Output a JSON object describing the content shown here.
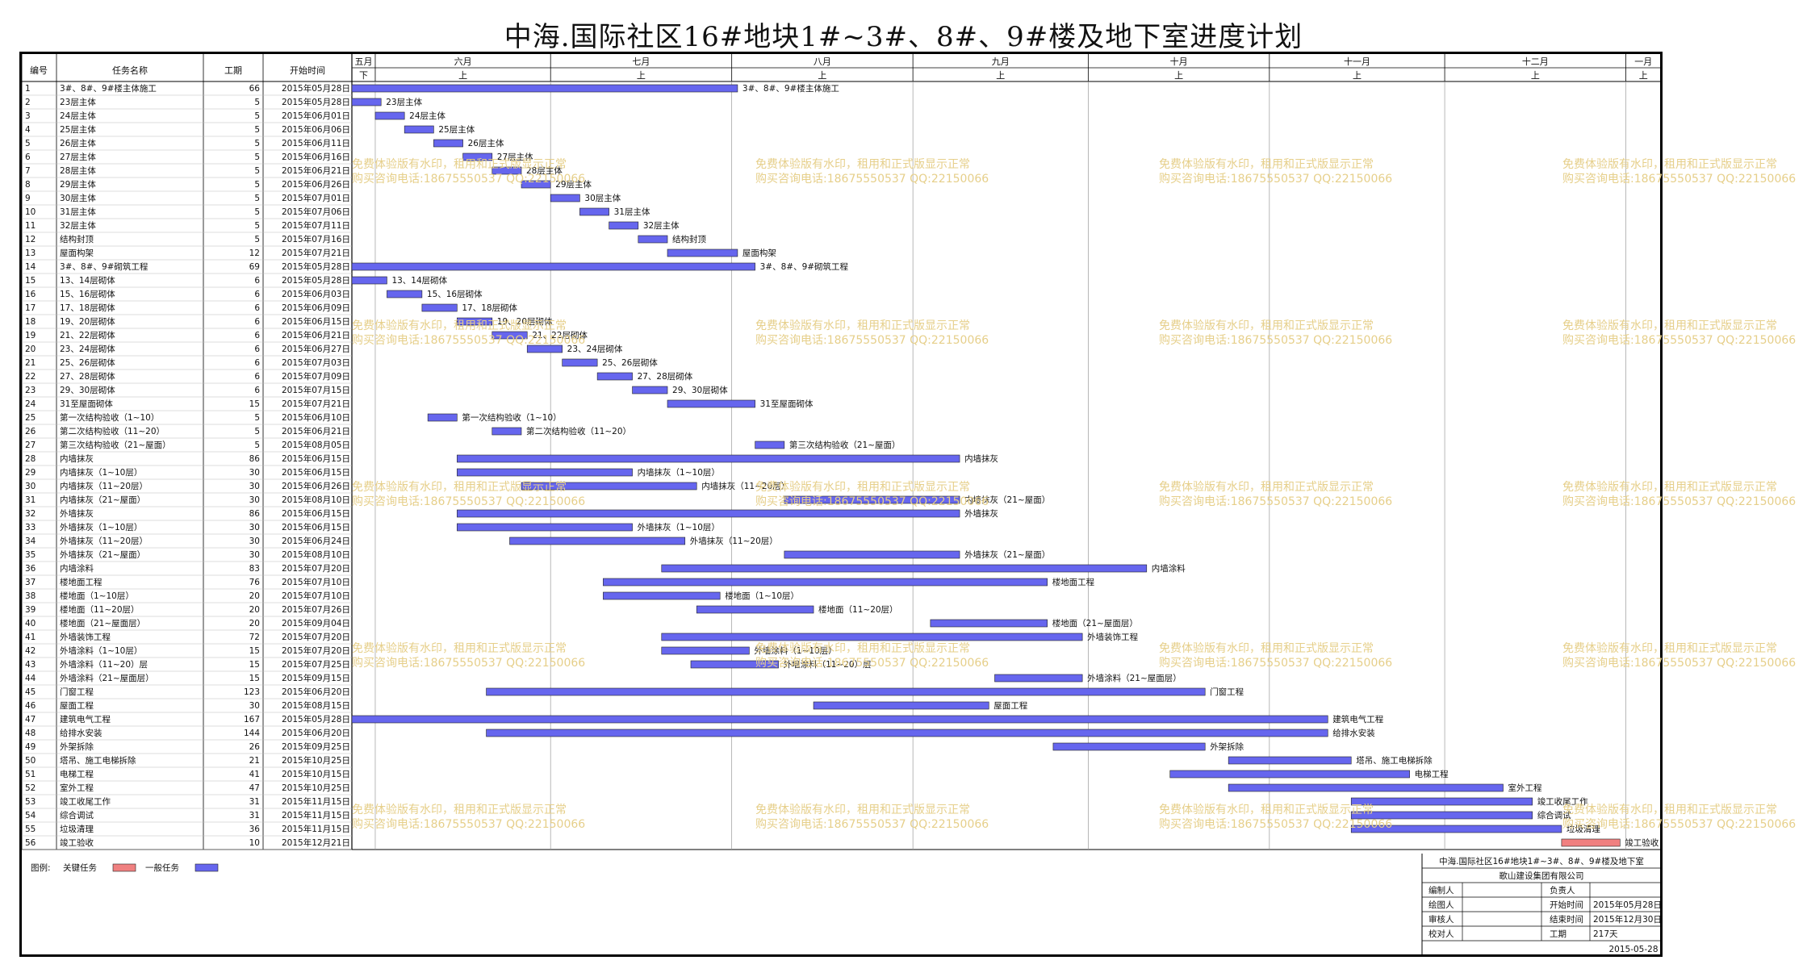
{
  "title": "中海.国际社区16#地块1#~3#、8#、9#楼及地下室进度计划",
  "columns": {
    "id": "编号",
    "name": "任务名称",
    "dur": "工期",
    "start": "开始时间"
  },
  "months": [
    "五月",
    "六月",
    "七月",
    "八月",
    "九月",
    "十月",
    "十一月",
    "十二月",
    "一月"
  ],
  "periods": [
    "下",
    "上",
    "上",
    "上",
    "上",
    "上",
    "上",
    "上",
    "上"
  ],
  "watermark": [
    "免费体验版有水印，租用和正式版显示正常",
    "购买咨询电话:18675550537 QQ:22150066"
  ],
  "legend": {
    "label": "图例:",
    "critical": "关键任务",
    "normal": "一般任务",
    "critical_color": "#f08080",
    "normal_color": "#6666ee"
  },
  "info": {
    "title": "中海.国际社区16#地块1#~3#、8#、9#楼及地下室",
    "company": "歌山建设集团有限公司",
    "rows": [
      [
        "编制人",
        "",
        "负责人",
        ""
      ],
      [
        "绘图人",
        "",
        "开始时间",
        "2015年05月28日"
      ],
      [
        "审核人",
        "",
        "结束时间",
        "2015年12月30日"
      ],
      [
        "校对人",
        "",
        "工期",
        "217天"
      ]
    ],
    "date": "2015-05-28"
  },
  "chart_data": {
    "type": "gantt",
    "timeline_start": "2015-05-28",
    "timeline_end": "2016-01-07",
    "tasks": [
      {
        "id": "1",
        "name": "3#、8#、9#楼主体施工",
        "dur": "66",
        "start": "2015年05月28日",
        "label": "3#、8#、9#楼主体施工"
      },
      {
        "id": "2",
        "name": "23层主体",
        "dur": "5",
        "start": "2015年05月28日",
        "label": "23层主体"
      },
      {
        "id": "3",
        "name": "24层主体",
        "dur": "5",
        "start": "2015年06月01日",
        "label": "24层主体"
      },
      {
        "id": "4",
        "name": "25层主体",
        "dur": "5",
        "start": "2015年06月06日",
        "label": "25层主体"
      },
      {
        "id": "5",
        "name": "26层主体",
        "dur": "5",
        "start": "2015年06月11日",
        "label": "26层主体"
      },
      {
        "id": "6",
        "name": "27层主体",
        "dur": "5",
        "start": "2015年06月16日",
        "label": "27层主体"
      },
      {
        "id": "7",
        "name": "28层主体",
        "dur": "5",
        "start": "2015年06月21日",
        "label": "28层主体"
      },
      {
        "id": "8",
        "name": "29层主体",
        "dur": "5",
        "start": "2015年06月26日",
        "label": "29层主体"
      },
      {
        "id": "9",
        "name": "30层主体",
        "dur": "5",
        "start": "2015年07月01日",
        "label": "30层主体"
      },
      {
        "id": "10",
        "name": "31层主体",
        "dur": "5",
        "start": "2015年07月06日",
        "label": "31层主体"
      },
      {
        "id": "11",
        "name": "32层主体",
        "dur": "5",
        "start": "2015年07月11日",
        "label": "32层主体"
      },
      {
        "id": "12",
        "name": "结构封顶",
        "dur": "5",
        "start": "2015年07月16日",
        "label": "结构封顶"
      },
      {
        "id": "13",
        "name": "屋面构架",
        "dur": "12",
        "start": "2015年07月21日",
        "label": "屋面构架"
      },
      {
        "id": "14",
        "name": "3#、8#、9#砌筑工程",
        "dur": "69",
        "start": "2015年05月28日",
        "label": "3#、8#、9#砌筑工程"
      },
      {
        "id": "15",
        "name": "13、14层砌体",
        "dur": "6",
        "start": "2015年05月28日",
        "label": "13、14层砌体"
      },
      {
        "id": "16",
        "name": "15、16层砌体",
        "dur": "6",
        "start": "2015年06月03日",
        "label": "15、16层砌体"
      },
      {
        "id": "17",
        "name": "17、18层砌体",
        "dur": "6",
        "start": "2015年06月09日",
        "label": "17、18层砌体"
      },
      {
        "id": "18",
        "name": "19、20层砌体",
        "dur": "6",
        "start": "2015年06月15日",
        "label": "19、20层砌体"
      },
      {
        "id": "19",
        "name": "21、22层砌体",
        "dur": "6",
        "start": "2015年06月21日",
        "label": "21、22层砌体"
      },
      {
        "id": "20",
        "name": "23、24层砌体",
        "dur": "6",
        "start": "2015年06月27日",
        "label": "23、24层砌体"
      },
      {
        "id": "21",
        "name": "25、26层砌体",
        "dur": "6",
        "start": "2015年07月03日",
        "label": "25、26层砌体"
      },
      {
        "id": "22",
        "name": "27、28层砌体",
        "dur": "6",
        "start": "2015年07月09日",
        "label": "27、28层砌体"
      },
      {
        "id": "23",
        "name": "29、30层砌体",
        "dur": "6",
        "start": "2015年07月15日",
        "label": "29、30层砌体"
      },
      {
        "id": "24",
        "name": "31至屋面砌体",
        "dur": "15",
        "start": "2015年07月21日",
        "label": "31至屋面砌体"
      },
      {
        "id": "25",
        "name": "第一次结构验收（1~10）",
        "dur": "5",
        "start": "2015年06月10日",
        "label": "第一次结构验收（1~10）"
      },
      {
        "id": "26",
        "name": "第二次结构验收（11~20）",
        "dur": "5",
        "start": "2015年06月21日",
        "label": "第二次结构验收（11~20）"
      },
      {
        "id": "27",
        "name": "第三次结构验收（21~屋面）",
        "dur": "5",
        "start": "2015年08月05日",
        "label": "第三次结构验收（21~屋面）"
      },
      {
        "id": "28",
        "name": "内墙抹灰",
        "dur": "86",
        "start": "2015年06月15日",
        "label": "内墙抹灰"
      },
      {
        "id": "29",
        "name": "内墙抹灰（1~10层）",
        "dur": "30",
        "start": "2015年06月15日",
        "label": "内墙抹灰（1~10层）"
      },
      {
        "id": "30",
        "name": "内墙抹灰（11~20层）",
        "dur": "30",
        "start": "2015年06月26日",
        "label": "内墙抹灰（11~20层）"
      },
      {
        "id": "31",
        "name": "内墙抹灰（21~屋面）",
        "dur": "30",
        "start": "2015年08月10日",
        "label": "内墙抹灰（21~屋面）"
      },
      {
        "id": "32",
        "name": "外墙抹灰",
        "dur": "86",
        "start": "2015年06月15日",
        "label": "外墙抹灰"
      },
      {
        "id": "33",
        "name": "外墙抹灰（1~10层）",
        "dur": "30",
        "start": "2015年06月15日",
        "label": "外墙抹灰（1~10层）"
      },
      {
        "id": "34",
        "name": "外墙抹灰（11~20层）",
        "dur": "30",
        "start": "2015年06月24日",
        "label": "外墙抹灰（11~20层）"
      },
      {
        "id": "35",
        "name": "外墙抹灰（21~屋面）",
        "dur": "30",
        "start": "2015年08月10日",
        "label": "外墙抹灰（21~屋面）"
      },
      {
        "id": "36",
        "name": "内墙涂料",
        "dur": "83",
        "start": "2015年07月20日",
        "label": "内墙涂料"
      },
      {
        "id": "37",
        "name": "楼地面工程",
        "dur": "76",
        "start": "2015年07月10日",
        "label": "楼地面工程"
      },
      {
        "id": "38",
        "name": "楼地面（1~10层）",
        "dur": "20",
        "start": "2015年07月10日",
        "label": "楼地面（1~10层）"
      },
      {
        "id": "39",
        "name": "楼地面（11~20层）",
        "dur": "20",
        "start": "2015年07月26日",
        "label": "楼地面（11~20层）"
      },
      {
        "id": "40",
        "name": "楼地面（21~屋面层）",
        "dur": "20",
        "start": "2015年09月04日",
        "label": "楼地面（21~屋面层）"
      },
      {
        "id": "41",
        "name": "外墙装饰工程",
        "dur": "72",
        "start": "2015年07月20日",
        "label": "外墙装饰工程"
      },
      {
        "id": "42",
        "name": "外墙涂料（1~10层）",
        "dur": "15",
        "start": "2015年07月20日",
        "label": "外墙涂料（1~10层）"
      },
      {
        "id": "43",
        "name": "外墙涂料（11~20）层",
        "dur": "15",
        "start": "2015年07月25日",
        "label": "外墙涂料（11~20）层"
      },
      {
        "id": "44",
        "name": "外墙涂料（21~屋面层）",
        "dur": "15",
        "start": "2015年09月15日",
        "label": "外墙涂料（21~屋面层）"
      },
      {
        "id": "45",
        "name": "门窗工程",
        "dur": "123",
        "start": "2015年06月20日",
        "label": "门窗工程"
      },
      {
        "id": "46",
        "name": "屋面工程",
        "dur": "30",
        "start": "2015年08月15日",
        "label": "屋面工程"
      },
      {
        "id": "47",
        "name": "建筑电气工程",
        "dur": "167",
        "start": "2015年05月28日",
        "label": "建筑电气工程"
      },
      {
        "id": "48",
        "name": "给排水安装",
        "dur": "144",
        "start": "2015年06月20日",
        "label": "给排水安装"
      },
      {
        "id": "49",
        "name": "外架拆除",
        "dur": "26",
        "start": "2015年09月25日",
        "label": "外架拆除"
      },
      {
        "id": "50",
        "name": "塔吊、施工电梯拆除",
        "dur": "21",
        "start": "2015年10月25日",
        "label": "塔吊、施工电梯拆除"
      },
      {
        "id": "51",
        "name": "电梯工程",
        "dur": "41",
        "start": "2015年10月15日",
        "label": "电梯工程"
      },
      {
        "id": "52",
        "name": "室外工程",
        "dur": "47",
        "start": "2015年10月25日",
        "label": "室外工程"
      },
      {
        "id": "53",
        "name": "竣工收尾工作",
        "dur": "31",
        "start": "2015年11月15日",
        "label": "竣工收尾工作"
      },
      {
        "id": "54",
        "name": "综合调试",
        "dur": "31",
        "start": "2015年11月15日",
        "label": "综合调试"
      },
      {
        "id": "55",
        "name": "垃圾清理",
        "dur": "36",
        "start": "2015年11月15日",
        "label": "垃圾清理"
      },
      {
        "id": "56",
        "name": "竣工验收",
        "dur": "10",
        "start": "2015年12月21日",
        "label": "竣工验收",
        "critical": true
      }
    ]
  }
}
